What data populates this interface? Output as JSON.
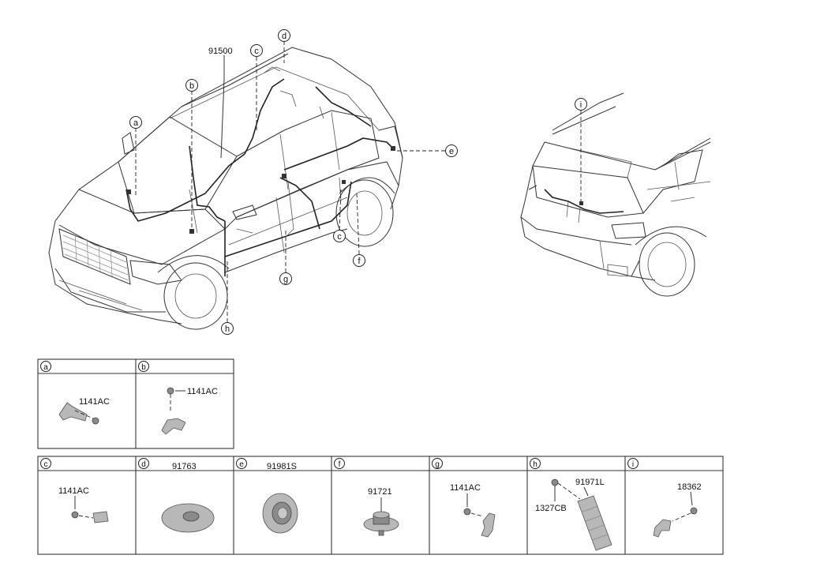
{
  "callouts": {
    "a": "a",
    "b": "b",
    "c": "c",
    "d": "d",
    "e": "e",
    "f": "f",
    "g": "g",
    "h": "h",
    "i": "i"
  },
  "main_part_number": "91500",
  "detail_boxes": [
    {
      "letter": "a",
      "parts": [
        "1141AC"
      ]
    },
    {
      "letter": "b",
      "parts": [
        "1141AC"
      ]
    },
    {
      "letter": "c",
      "parts": [
        "1141AC"
      ]
    },
    {
      "letter": "d",
      "parts": [
        "91763"
      ]
    },
    {
      "letter": "e",
      "parts": [
        "91981S"
      ]
    },
    {
      "letter": "f",
      "parts": [
        "91721"
      ]
    },
    {
      "letter": "g",
      "parts": [
        "1141AC"
      ]
    },
    {
      "letter": "h",
      "parts": [
        "91971L",
        "1327CB"
      ]
    },
    {
      "letter": "i",
      "parts": [
        "18362"
      ]
    }
  ]
}
